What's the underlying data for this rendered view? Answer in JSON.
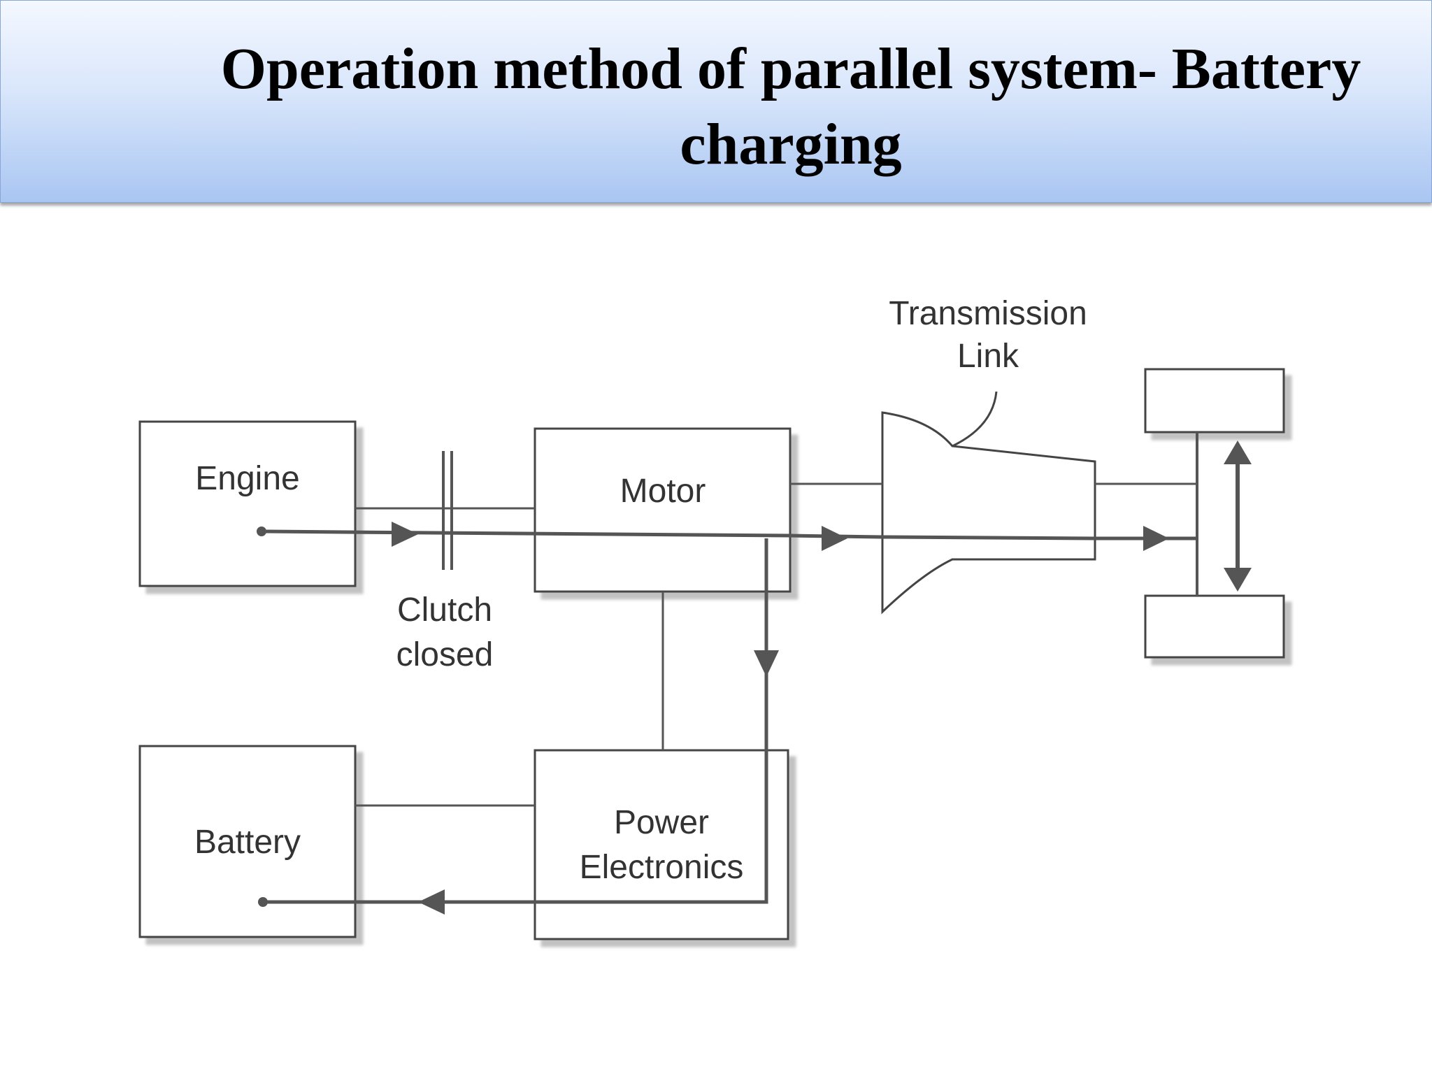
{
  "title": "Operation method of parallel system- Battery charging",
  "diagram": {
    "engine": "Engine",
    "motor": "Motor",
    "battery": "Battery",
    "power_electronics_line1": "Power",
    "power_electronics_line2": "Electronics",
    "clutch_line1": "Clutch",
    "clutch_line2": "closed",
    "transmission_line1": "Transmission",
    "transmission_line2": "Link"
  },
  "colors": {
    "title_gradient_top": "#f4f8ff",
    "title_gradient_bottom": "#a9c6f2",
    "line": "#444444",
    "arrow": "#555555"
  }
}
